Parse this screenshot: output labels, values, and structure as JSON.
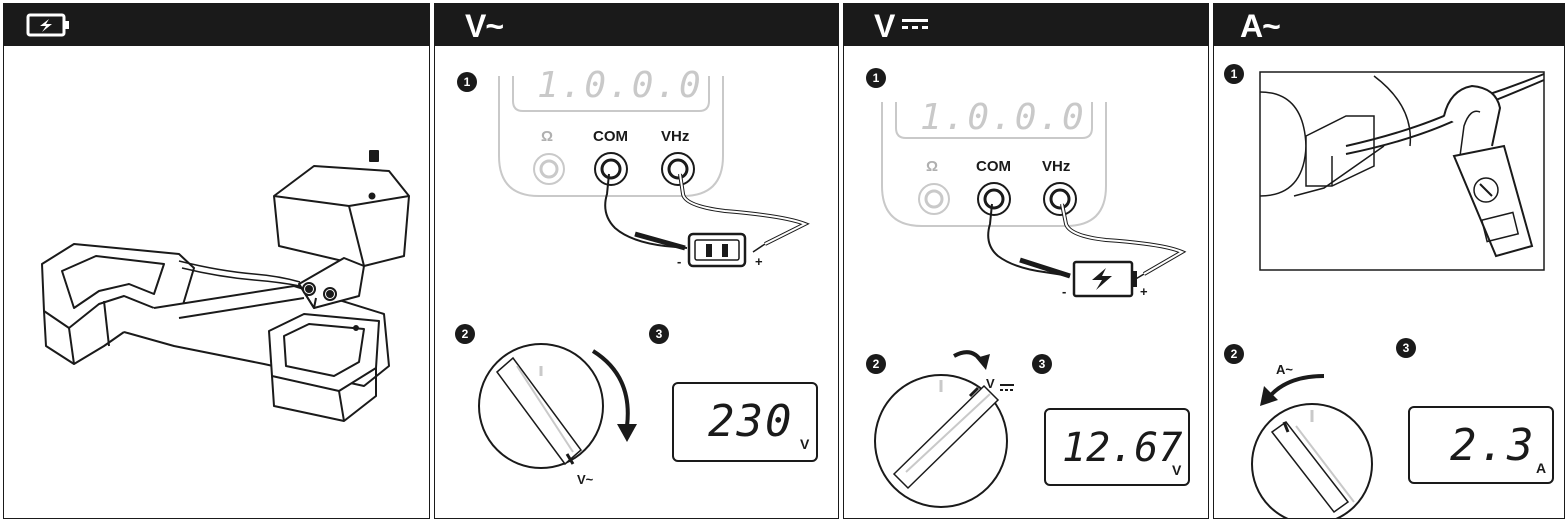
{
  "panels": [
    {
      "id": "battery-install",
      "header_icon": "battery-charge-icon"
    },
    {
      "id": "ac-voltage",
      "header_title": "V~",
      "steps": [
        "1",
        "2",
        "3"
      ],
      "jacks": {
        "ohm": "Ω",
        "com": "COM",
        "vhz": "VHz"
      },
      "lcd_top": "1.0.0.0",
      "polarity": {
        "minus": "-",
        "plus": "+"
      },
      "source_icon": "ac-outlet-icon",
      "dial_label": "V~",
      "rotation": "clockwise",
      "reading": {
        "value": "230",
        "unit": "V"
      }
    },
    {
      "id": "dc-voltage",
      "header_title": "V",
      "header_icon": "dc-symbol-icon",
      "steps": [
        "1",
        "2",
        "3"
      ],
      "jacks": {
        "ohm": "Ω",
        "com": "COM",
        "vhz": "VHz"
      },
      "lcd_top": "1.0.0.0",
      "polarity": {
        "minus": "-",
        "plus": "+"
      },
      "source_icon": "battery-icon",
      "dial_label": "V",
      "rotation": "clockwise",
      "reading": {
        "value": "12.67",
        "unit": "V"
      }
    },
    {
      "id": "ac-current",
      "header_title": "A~",
      "steps": [
        "1",
        "2",
        "3"
      ],
      "dial_label": "A~",
      "rotation": "counter-clockwise",
      "reading": {
        "value": "2.3",
        "unit": "A"
      }
    }
  ],
  "colors": {
    "ink": "#1a1a1a",
    "dim": "#b0b0b0",
    "background": "#ffffff"
  }
}
